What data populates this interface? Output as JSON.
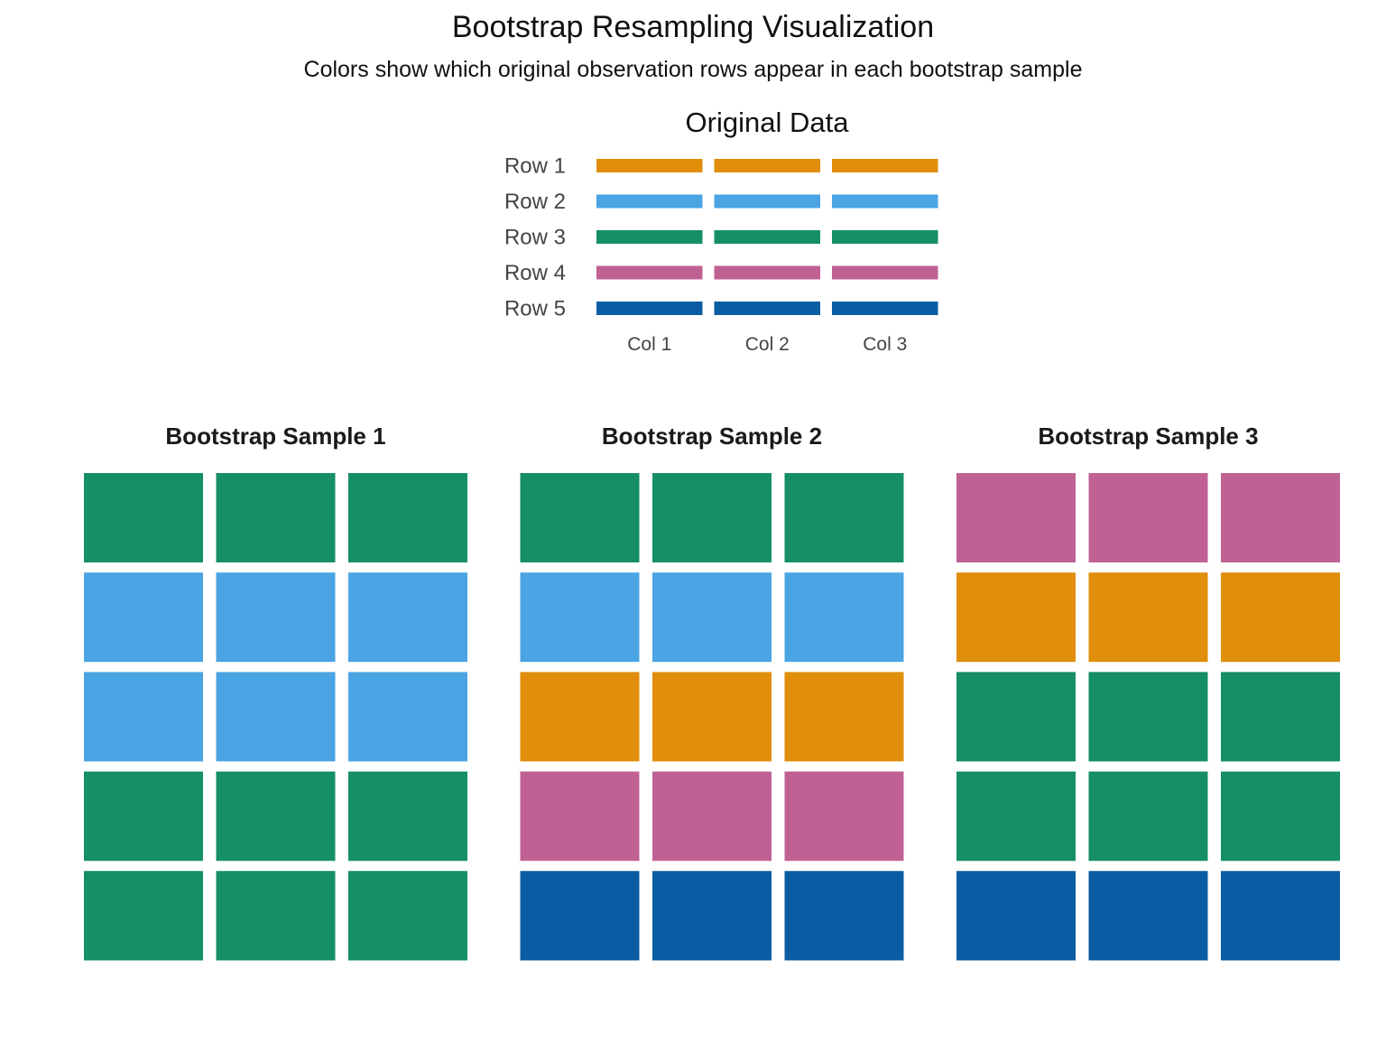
{
  "chart_data": {
    "type": "heatmap",
    "title": "Bootstrap Resampling Visualization",
    "subtitle": "Colors show which original observation rows appear in each bootstrap sample",
    "row_colors": {
      "Row 1": "#E08E0B",
      "Row 2": "#4BA4E3",
      "Row 3": "#158F63",
      "Row 4": "#C06194",
      "Row 5": "#0B5DA3"
    },
    "original": {
      "title": "Original Data",
      "rows": [
        "Row 1",
        "Row 2",
        "Row 3",
        "Row 4",
        "Row 5"
      ],
      "columns": [
        "Col 1",
        "Col 2",
        "Col 3"
      ]
    },
    "samples": [
      {
        "title": "Bootstrap Sample 1",
        "rows": [
          "Row 3",
          "Row 2",
          "Row 2",
          "Row 3",
          "Row 3"
        ]
      },
      {
        "title": "Bootstrap Sample 2",
        "rows": [
          "Row 3",
          "Row 2",
          "Row 1",
          "Row 4",
          "Row 5"
        ]
      },
      {
        "title": "Bootstrap Sample 3",
        "rows": [
          "Row 4",
          "Row 1",
          "Row 3",
          "Row 3",
          "Row 5"
        ]
      }
    ],
    "legend": "none",
    "grid": false
  }
}
